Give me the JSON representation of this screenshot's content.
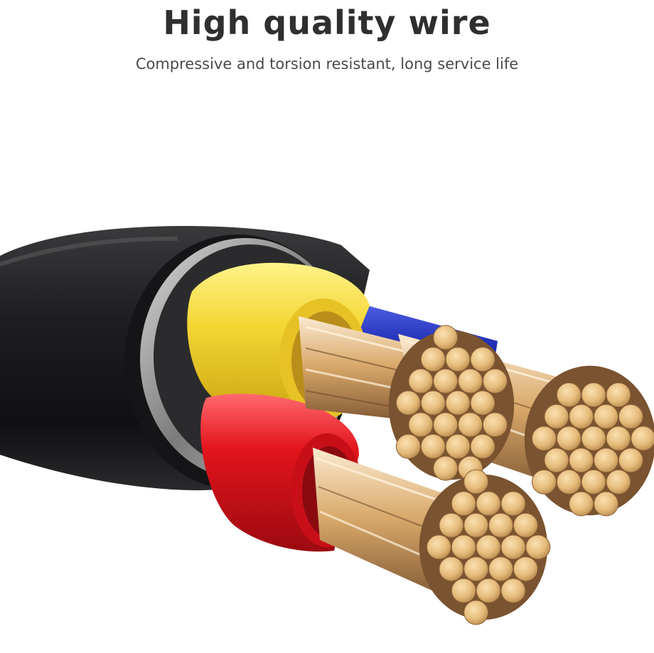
{
  "banner": {
    "title": "High quality wire",
    "subtitle": "Compressive and torsion resistant, long service life"
  },
  "illustration": {
    "subject": "cable-cross-section",
    "colors": {
      "jacket": "#1c1c1e",
      "shield": "#9a9a9a",
      "yellow_insulation": "#f3d533",
      "red_insulation": "#e3141c",
      "blue_insulation": "#2230b8",
      "copper": "#e2bb7f"
    }
  }
}
